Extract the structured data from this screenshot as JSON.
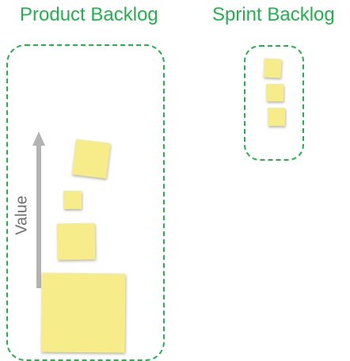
{
  "product_backlog": {
    "title": "Product Backlog"
  },
  "sprint_backlog": {
    "title": "Sprint Backlog"
  },
  "value_axis": {
    "label": "Value"
  },
  "colors": {
    "accent_green": "#21b24b",
    "sticky_note": "#f7ec8a",
    "arrow_gray": "#b3b3b3",
    "label_gray": "#6e6e6e"
  }
}
